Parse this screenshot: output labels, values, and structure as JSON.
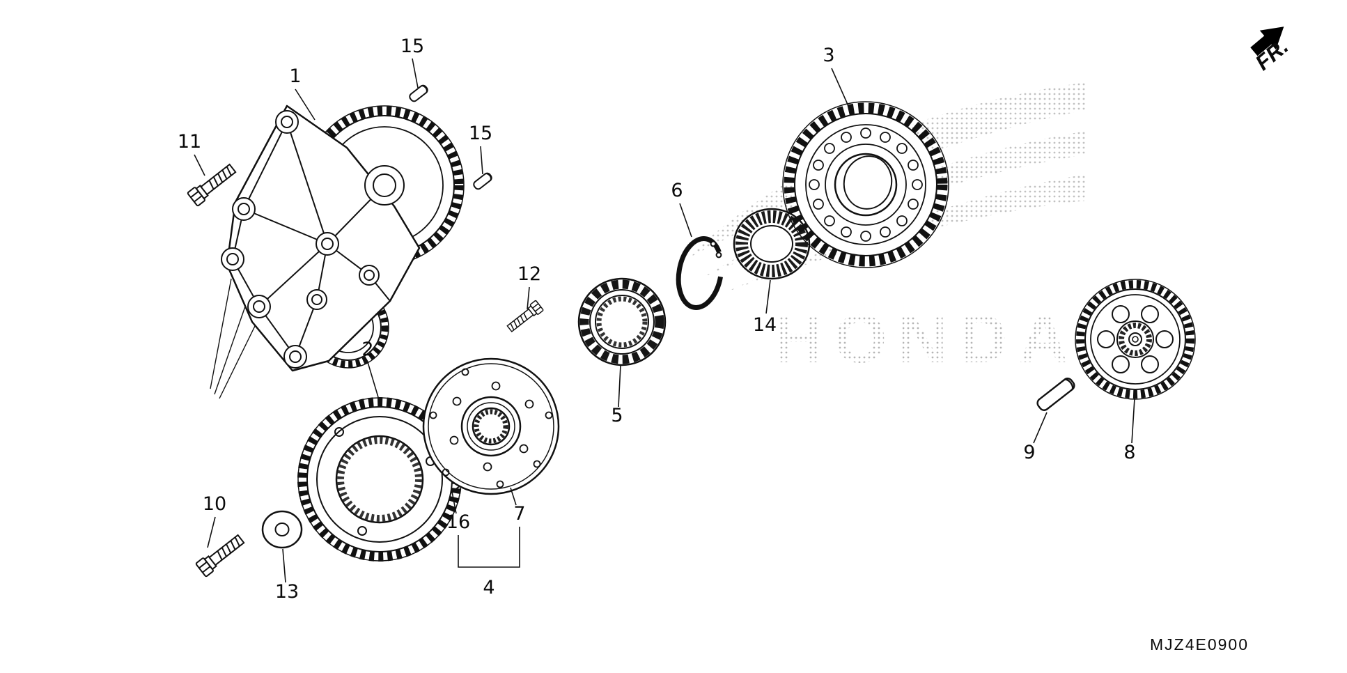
{
  "diagram": {
    "code": "MJZ4E0900",
    "direction": {
      "label": "FR."
    },
    "watermark": {
      "text": "HONDA"
    },
    "callouts": [
      "1",
      "15",
      "15",
      "11",
      "12",
      "2",
      "3",
      "6",
      "14",
      "5",
      "16",
      "7",
      "4",
      "10",
      "13",
      "9",
      "8"
    ]
  }
}
